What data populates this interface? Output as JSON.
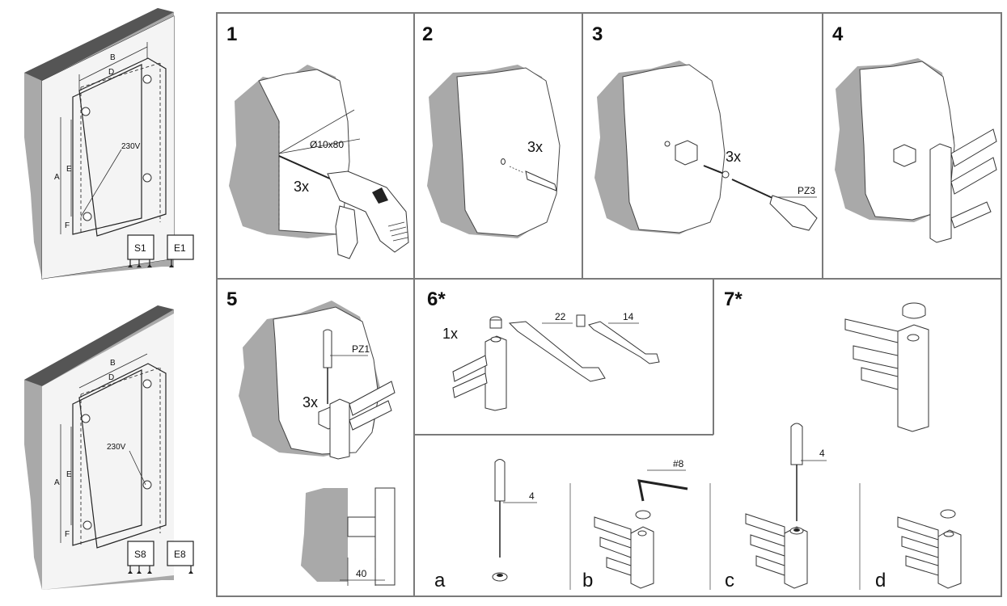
{
  "left_panels": [
    {
      "voltage": "230V",
      "dimensions": [
        "A",
        "B",
        "D",
        "E",
        "F"
      ],
      "outputs": [
        "S1",
        "E1"
      ]
    },
    {
      "voltage": "230V",
      "dimensions": [
        "A",
        "B",
        "D",
        "E",
        "F"
      ],
      "outputs": [
        "S8",
        "E8"
      ]
    }
  ],
  "steps": [
    {
      "number": "1",
      "notes": [
        "Ø10x80",
        "3x"
      ]
    },
    {
      "number": "2",
      "notes": [
        "3x"
      ]
    },
    {
      "number": "3",
      "notes": [
        "3x",
        "PZ3"
      ]
    },
    {
      "number": "4",
      "notes": []
    },
    {
      "number": "5",
      "notes": [
        "PZ1",
        "3x",
        "40"
      ]
    },
    {
      "number": "6*",
      "notes": [
        "1x",
        "22",
        "14"
      ]
    },
    {
      "number": "7*",
      "notes": []
    }
  ],
  "substeps": [
    {
      "letter": "a",
      "tool": "4"
    },
    {
      "letter": "b",
      "tool": "#8"
    },
    {
      "letter": "c",
      "tool": "4"
    },
    {
      "letter": "d",
      "tool": ""
    }
  ]
}
